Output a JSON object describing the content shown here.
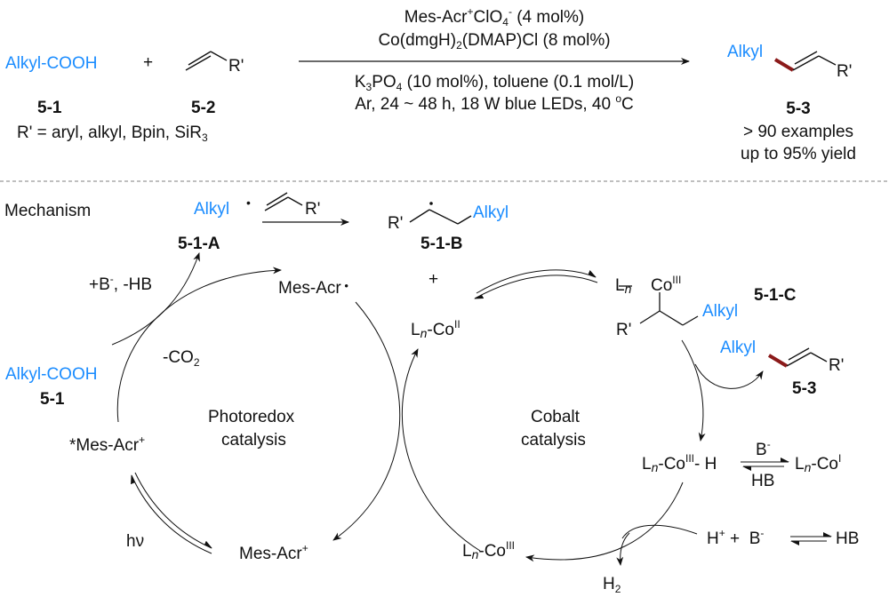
{
  "colors": {
    "alkyl": "#1a8cff",
    "new_bond": "#8b1a1a",
    "text": "#111111",
    "divider": "#999999"
  },
  "reaction": {
    "reactant1": {
      "name": "Alkyl-COOH",
      "label": "5-1"
    },
    "plus": "+",
    "reactant2": {
      "substituent": "R'",
      "label": "5-2"
    },
    "scope": {
      "prefix": "R' = aryl, alkyl, Bpin, SiR",
      "suffix_sub": "3"
    },
    "conditions_above": [
      {
        "a": "Mes-Acr",
        "sup1": "+",
        "b": "ClO",
        "sub1": "4",
        "sup2": "-",
        "c": " (4 mol%)"
      },
      {
        "a": "Co(dmgH)",
        "sub1": "2",
        "b": "(DMAP)Cl (8 mol%)"
      }
    ],
    "conditions_below": [
      {
        "a": "K",
        "sub1": "3",
        "b": "PO",
        "sub2": "4",
        "c": " (10 mol%), toluene (0.1 mol/L)"
      },
      {
        "a": "Ar, 24 ~ 48 h, 18 W blue LEDs, 40 ",
        "sup1": "o",
        "b": "C"
      }
    ],
    "product": {
      "alkyl": "Alkyl",
      "substituent": "R'",
      "label": "5-3",
      "examples": "> 90 examples",
      "yield": "up to 95% yield"
    }
  },
  "mechanism": {
    "title": "Mechanism",
    "radical_A": {
      "alkyl": "Alkyl",
      "alkene_sub": "R'",
      "label": "5-1-A"
    },
    "radical_B": {
      "r": "R'",
      "alkyl": "Alkyl",
      "label": "5-1-B"
    },
    "plus": "+",
    "base_step": {
      "a": "+B",
      "sup1": "-",
      "b": ", -HB"
    },
    "mes_acr_radical": "Mes-Acr",
    "decarbox": {
      "a": "-CO",
      "sub1": "2"
    },
    "acid": {
      "name": "Alkyl-COOH",
      "label": "5-1"
    },
    "excited": {
      "a": "*Mes-Acr",
      "sup1": "+"
    },
    "photo_cycle": [
      "Photoredox",
      "catalysis"
    ],
    "hv": "hν",
    "ground": {
      "a": "Mes-Acr",
      "sup1": "+"
    },
    "co_ii": {
      "l": "L",
      "n": "n",
      "a": "-Co",
      "sup1": "II"
    },
    "co_alkyl": {
      "l": "L",
      "n": "n",
      "co": "Co",
      "sup1": "III",
      "r": "R'",
      "alkyl": "Alkyl",
      "label": "5-1-C"
    },
    "product": {
      "alkyl": "Alkyl",
      "r": "R'",
      "label": "5-3"
    },
    "cobalt_cycle": [
      "Cobalt",
      "catalysis"
    ],
    "co_hydride": {
      "l": "L",
      "n": "n",
      "a": "-Co",
      "sup1": "III",
      "b": "- H"
    },
    "eq_base_top": {
      "a": "B",
      "sup1": "-"
    },
    "eq_base_bottom": "HB",
    "co_i": {
      "l": "L",
      "n": "n",
      "a": "-Co",
      "sup1": "I"
    },
    "co_iii": {
      "l": "L",
      "n": "n",
      "a": "-Co",
      "sup1": "III"
    },
    "proton": {
      "a": "H",
      "sup1": "+",
      "plus": "+",
      "b": "B",
      "sup2": "-",
      "c": "HB"
    },
    "h2": {
      "a": "H",
      "sub1": "2"
    }
  }
}
